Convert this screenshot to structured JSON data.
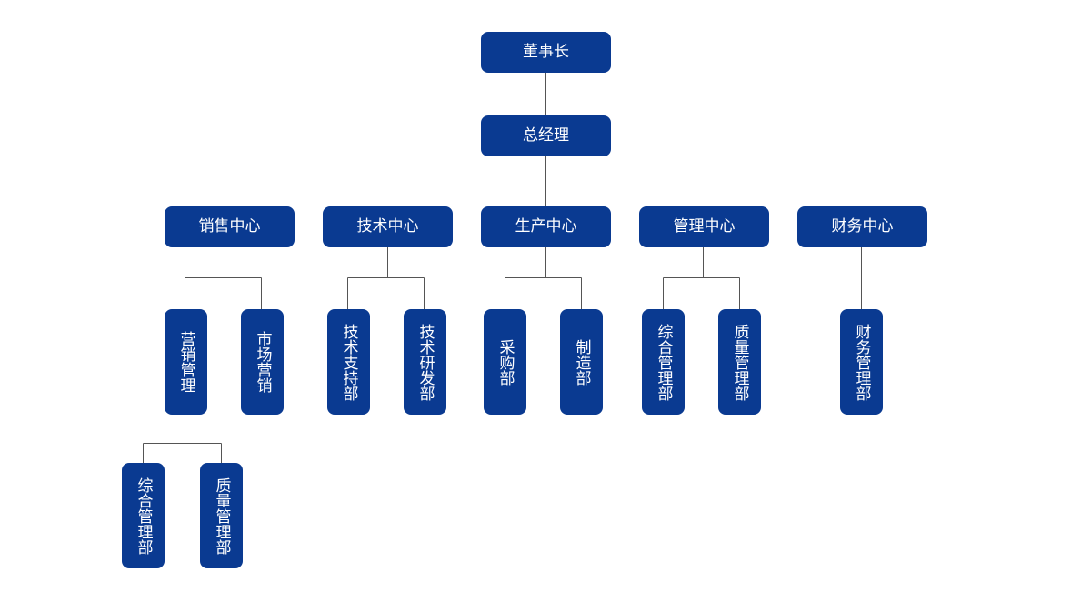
{
  "org": {
    "chairman": "董事长",
    "general_manager": "总经理",
    "centers": {
      "sales": "销售中心",
      "tech": "技术中心",
      "production": "生产中心",
      "management": "管理中心",
      "finance": "财务中心"
    },
    "departments": {
      "marketing_management": "营销管理",
      "market_sales": "市场营销",
      "tech_support": "技术支持部",
      "tech_rd": "技术研发部",
      "purchasing": "采购部",
      "manufacturing": "制造部",
      "general_management": "综合管理部",
      "quality_management": "质量管理部",
      "finance_management": "财务管理部"
    },
    "sub_departments": {
      "general_management": "综合管理部",
      "quality_management": "质量管理部"
    }
  },
  "colors": {
    "node_fill": "#0a3a91",
    "node_text": "#ffffff",
    "connector": "#555555"
  }
}
